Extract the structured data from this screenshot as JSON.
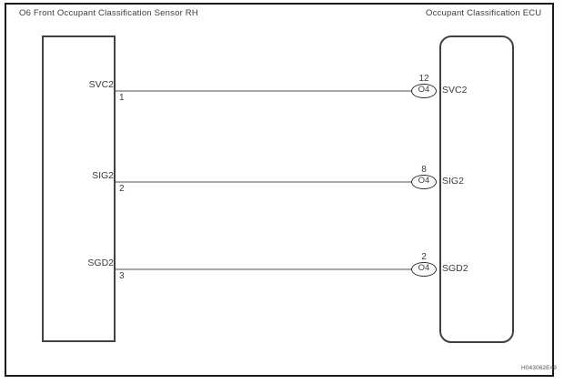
{
  "diagram": {
    "left_component": {
      "title": "O6 Front Occupant Classification Sensor RH"
    },
    "right_component": {
      "title": "Occupant Classification ECU"
    },
    "wires": [
      {
        "signal": "SVC2",
        "sensor_pin": "1",
        "ecu_pin": "12",
        "ecu_connector": "O4",
        "ecu_signal": "SVC2"
      },
      {
        "signal": "SIG2",
        "sensor_pin": "2",
        "ecu_pin": "8",
        "ecu_connector": "O4",
        "ecu_signal": "SIG2"
      },
      {
        "signal": "SGD2",
        "sensor_pin": "3",
        "ecu_pin": "2",
        "ecu_connector": "O4",
        "ecu_signal": "SGD2"
      }
    ],
    "figure_id": "H043062E49",
    "colors": {
      "wire": "#a8a8a8",
      "box_border": "#424242",
      "outer_border": "#1a1a1a",
      "text": "#3b3b3b"
    }
  }
}
